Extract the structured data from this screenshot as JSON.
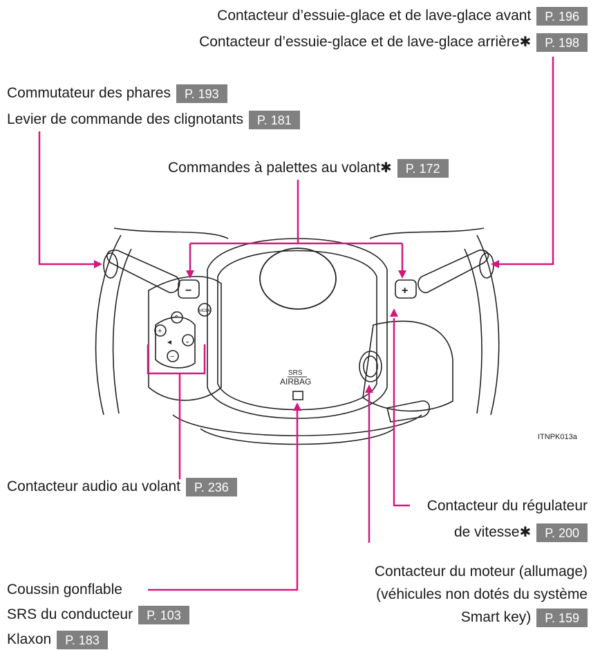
{
  "labels": {
    "front_wiper": {
      "text": "Contacteur d’essuie-glace et de lave-glace avant",
      "page": "P. 196"
    },
    "rear_wiper": {
      "text": "Contacteur d’essuie-glace et de lave-glace arrière",
      "star": "✱",
      "page": "P. 198"
    },
    "headlight": {
      "text": "Commutateur des phares",
      "page": "P. 193"
    },
    "turn_signal": {
      "text": "Levier de commande des clignotants",
      "page": "P. 181"
    },
    "paddles": {
      "text": "Commandes à palettes au volant",
      "star": "✱",
      "page": "P. 172"
    },
    "audio": {
      "text": "Contacteur audio au volant",
      "page": "P. 236"
    },
    "cruise": {
      "line1": "Contacteur du régulateur",
      "line2": "de vitesse",
      "star": "✱",
      "page": "P. 200"
    },
    "airbag": {
      "line1": "Coussin gonflable",
      "line2": "SRS du conducteur",
      "page": "P. 103"
    },
    "horn": {
      "text": "Klaxon",
      "page": "P. 183"
    },
    "engine": {
      "line1": "Contacteur du moteur (allumage)",
      "line2": "(véhicules non dotés du système",
      "line3": "Smart key)",
      "page": "P. 159"
    }
  },
  "figure": {
    "code": "ITNPK013a",
    "airbag_top": "SRS",
    "airbag_bottom": "AIRBAG",
    "mode_button": "MODE"
  },
  "colors": {
    "leader": "#d4187a",
    "badge": "#808080",
    "drawing": "#222222"
  }
}
